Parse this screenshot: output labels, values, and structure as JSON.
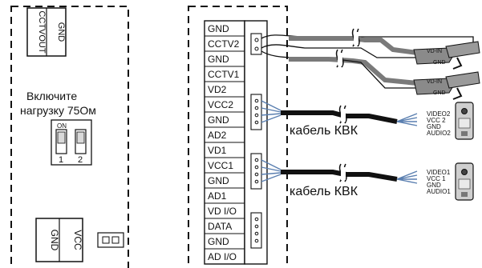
{
  "left_board": {
    "top_connector": [
      "GND",
      "CCTVOUT"
    ],
    "instruction": [
      "Включите",
      "нагрузку 75Ом"
    ],
    "switch": {
      "on_label": "ON",
      "numbers": [
        "1",
        "2"
      ]
    },
    "bottom_connector": [
      "GND",
      "VCC"
    ]
  },
  "right_board": {
    "terminals": [
      "GND",
      "CCTV2",
      "GND",
      "CCTV1",
      "VD2",
      "VCC2",
      "GND",
      "AD2",
      "VD1",
      "VCC1",
      "GND",
      "AD1",
      "VD I/O",
      "DATA",
      "GND",
      "AD I/O"
    ]
  },
  "cable_labels": [
    "кабель КВК",
    "кабель КВК"
  ],
  "cameras": [
    {
      "vd_in": "VD-IN",
      "gnd": "GND"
    },
    {
      "vd_in": "VD-IN",
      "gnd": "GND"
    }
  ],
  "panels": [
    {
      "wires": [
        "VIDEO2",
        "VCC 2",
        "GND",
        "AUDIO2"
      ]
    },
    {
      "wires": [
        "VIDEO1",
        "VCC 1",
        "GND",
        "AUDIO1"
      ]
    }
  ],
  "colors": {
    "line": "#111111",
    "gray_cable": "#7a7a7a",
    "wire_blue": "#5a7fb0"
  }
}
